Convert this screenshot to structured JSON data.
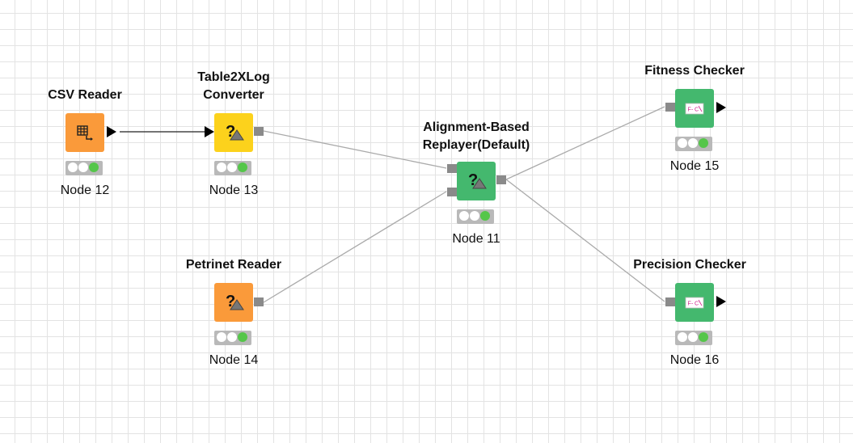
{
  "workflow": {
    "nodes": [
      {
        "id": "n12",
        "title_lines": [
          "CSV Reader"
        ],
        "label": "Node 12",
        "color": "#fa9a3a",
        "icon": "table-reader-icon"
      },
      {
        "id": "n13",
        "title_lines": [
          "Table2XLog",
          "Converter"
        ],
        "label": "Node 13",
        "color": "#fcd21c",
        "icon": "unknown-node-icon"
      },
      {
        "id": "n14",
        "title_lines": [
          "Petrinet Reader"
        ],
        "label": "Node 14",
        "color": "#fa9a3a",
        "icon": "unknown-node-icon"
      },
      {
        "id": "n11",
        "title_lines": [
          "Alignment-Based",
          "Replayer(Default)"
        ],
        "label": "Node 11",
        "color": "#44b86e",
        "icon": "unknown-node-icon"
      },
      {
        "id": "n15",
        "title_lines": [
          "Fitness Checker"
        ],
        "label": "Node 15",
        "color": "#44b86e",
        "icon": "flow-variable-icon"
      },
      {
        "id": "n16",
        "title_lines": [
          "Precision Checker"
        ],
        "label": "Node 16",
        "color": "#44b86e",
        "icon": "flow-variable-icon"
      }
    ],
    "status_light_color": "#55c64a",
    "connection_color": "#aaaaaa"
  }
}
